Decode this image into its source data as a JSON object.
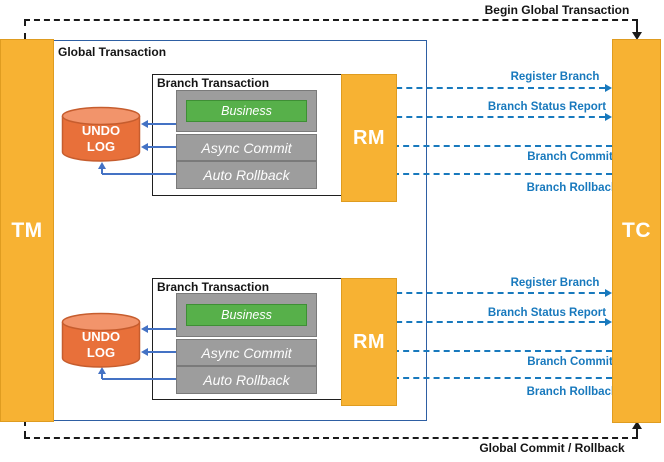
{
  "flows": {
    "begin_label": "Begin Global Transaction",
    "end_label": "Global Commit / Rollback"
  },
  "tm": {
    "label": "TM"
  },
  "tc": {
    "label": "TC"
  },
  "global_transaction": {
    "label": "Global Transaction"
  },
  "branches": [
    {
      "title": "Branch Transaction",
      "business_label": "Business",
      "async_commit_label": "Async Commit",
      "auto_rollback_label": "Auto Rollback",
      "rm_label": "RM",
      "undo_log": {
        "line1": "UNDO",
        "line2": "LOG"
      },
      "messages": {
        "register": "Register Branch",
        "status": "Branch Status Report",
        "commit": "Branch Commit",
        "rollback": "Branch Rollback"
      }
    },
    {
      "title": "Branch Transaction",
      "business_label": "Business",
      "async_commit_label": "Async Commit",
      "auto_rollback_label": "Auto Rollback",
      "rm_label": "RM",
      "undo_log": {
        "line1": "UNDO",
        "line2": "LOG"
      },
      "messages": {
        "register": "Register Branch",
        "status": "Branch Status Report",
        "commit": "Branch Commit",
        "rollback": "Branch Rollback"
      }
    }
  ],
  "colors": {
    "actor_yellow": "#F7B233",
    "cylinder_body": "#E8703A",
    "cylinder_top": "#F2946B",
    "business_green": "#57B04A",
    "step_gray": "#9D9D9D",
    "message_blue": "#1879BD",
    "undo_arrow_blue": "#4472C4",
    "global_border_blue": "#2E5FA3",
    "control_black": "#1A1A1A"
  }
}
